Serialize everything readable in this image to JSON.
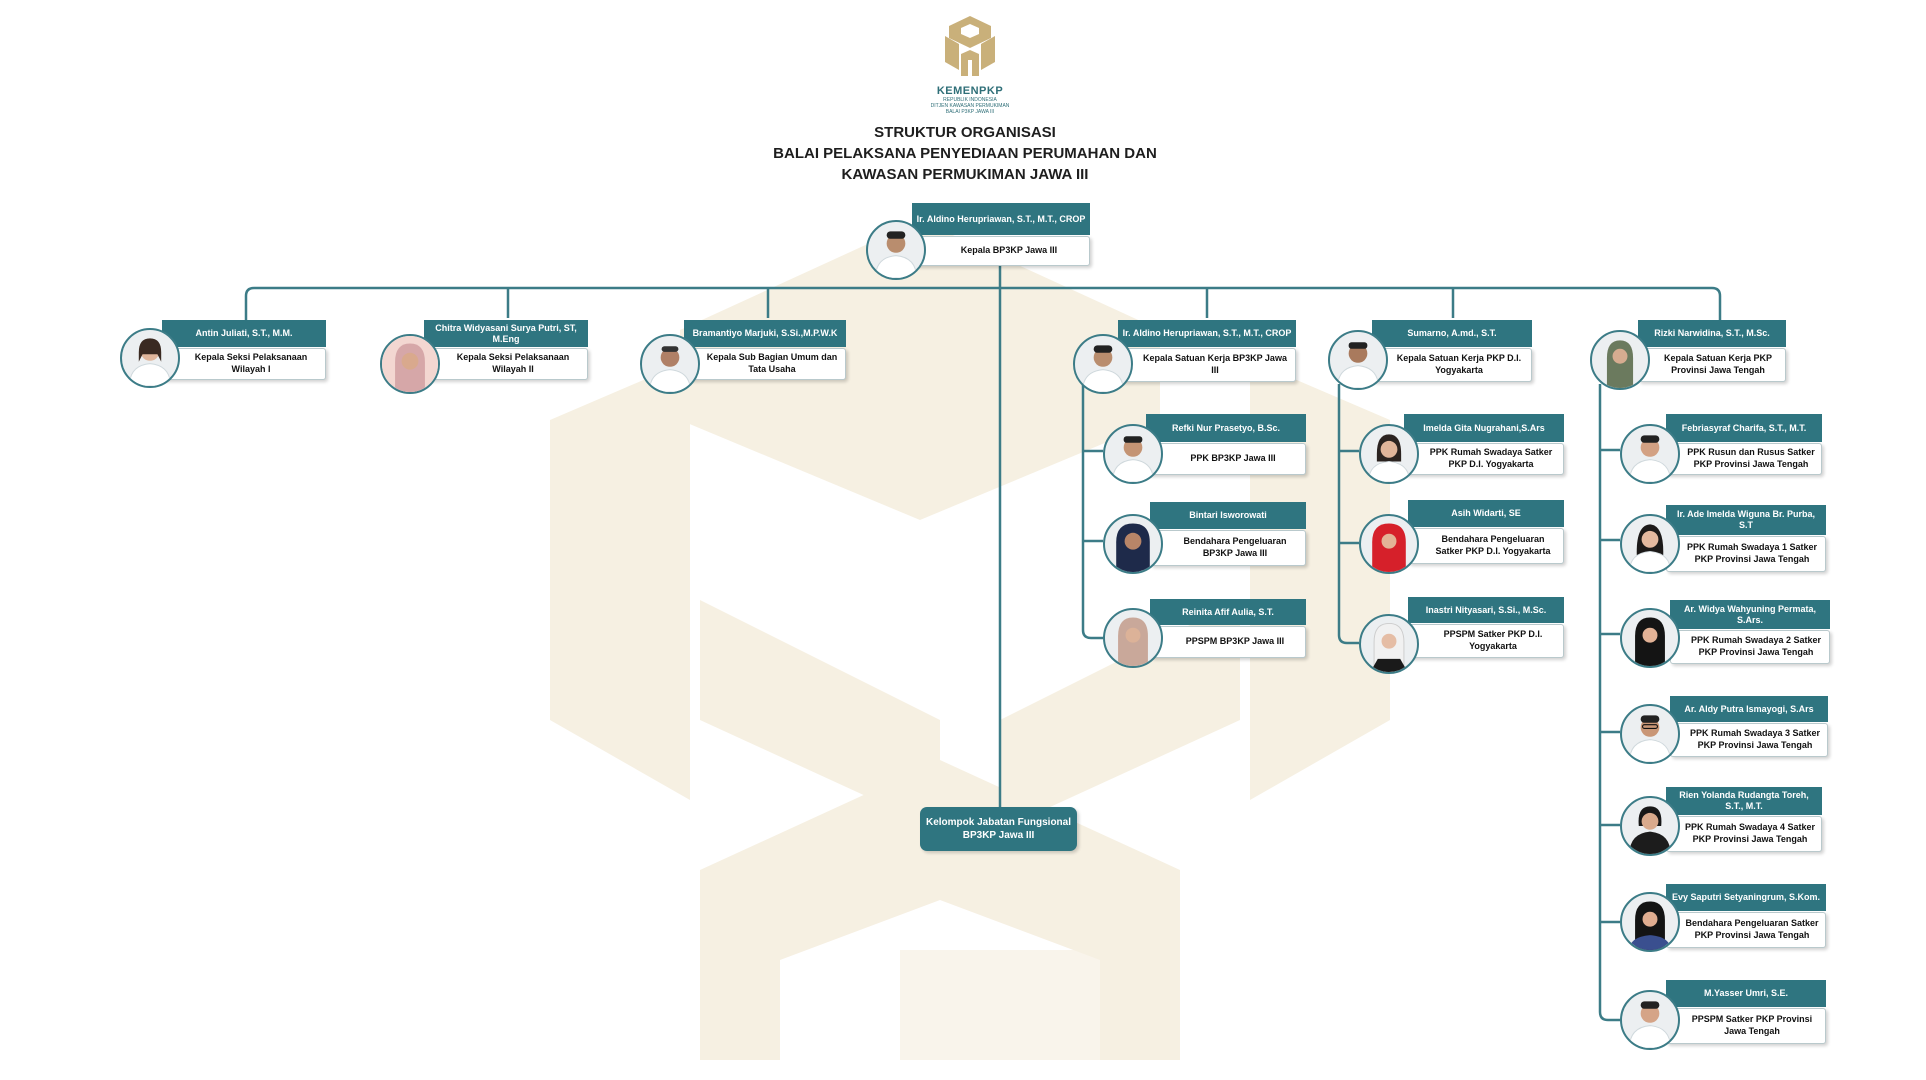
{
  "header": {
    "logo_text": "KEMENPKP",
    "logo_sub_1": "REPUBLIK INDONESIA",
    "logo_sub_2": "DITJEN KAWASAN PERMUKIMAN",
    "logo_sub_3": "BALAI P3KP JAWA III",
    "title_line_1": "STRUKTUR ORGANISASI",
    "title_line_2": "BALAI PELAKSANA PENYEDIAAN PERUMAHAN DAN",
    "title_line_3": "KAWASAN PERMUKIMAN JAWA III"
  },
  "colors": {
    "accent": "#2f7580",
    "line": "#3c7c87",
    "watermark": "#f6f0e2",
    "gold": "#c9b07a"
  },
  "head": {
    "name": "Ir. Aldino Herupriawan, S.T., M.T., CROP",
    "role": "Kepala BP3KP Jawa III"
  },
  "level2": [
    {
      "name": "Antin Juliati, S.T., M.M.",
      "role": "Kepala Seksi Pelaksanaan Wilayah I"
    },
    {
      "name": "Chitra Widyasani Surya Putri, ST, M.Eng",
      "role": "Kepala Seksi Pelaksanaan Wilayah II"
    },
    {
      "name": "Bramantiyo Marjuki, S.Si.,M.P.W.K",
      "role": "Kepala Sub Bagian Umum dan Tata Usaha"
    },
    {
      "name": "Ir. Aldino Herupriawan, S.T., M.T., CROP",
      "role": "Kepala Satuan Kerja BP3KP Jawa III"
    },
    {
      "name": "Sumarno, A.md., S.T.",
      "role": "Kepala Satuan Kerja PKP D.I. Yogyakarta"
    },
    {
      "name": "Rizki Narwidina, S.T., M.Sc.",
      "role": "Kepala Satuan Kerja PKP Provinsi Jawa Tengah"
    }
  ],
  "satker_bp3kp": [
    {
      "name": "Refki Nur Prasetyo, B.Sc.",
      "role": "PPK BP3KP Jawa III"
    },
    {
      "name": "Bintari Isworowati",
      "role": "Bendahara Pengeluaran BP3KP Jawa III"
    },
    {
      "name": "Reinita Afif Aulia, S.T.",
      "role": "PPSPM BP3KP Jawa III"
    }
  ],
  "satker_diy": [
    {
      "name": "Imelda Gita Nugrahani,S.Ars",
      "role": "PPK Rumah Swadaya Satker PKP D.I. Yogyakarta"
    },
    {
      "name": "Asih Widarti, SE",
      "role": "Bendahara Pengeluaran Satker PKP D.I. Yogyakarta"
    },
    {
      "name": "Inastri Nityasari, S.Si., M.Sc.",
      "role": "PPSPM Satker PKP D.I. Yogyakarta"
    }
  ],
  "satker_jateng": [
    {
      "name": "Febriasyraf Charifa, S.T., M.T.",
      "role": "PPK Rusun dan Rusus Satker PKP Provinsi Jawa Tengah"
    },
    {
      "name": "Ir. Ade Imelda Wiguna Br. Purba, S.T",
      "role": "PPK Rumah Swadaya 1 Satker PKP Provinsi Jawa Tengah"
    },
    {
      "name": "Ar. Widya Wahyuning Permata, S.Ars.",
      "role": "PPK Rumah Swadaya 2 Satker PKP Provinsi Jawa Tengah"
    },
    {
      "name": "Ar. Aldy Putra Ismayogi, S.Ars",
      "role": "PPK Rumah Swadaya 3 Satker PKP Provinsi Jawa Tengah"
    },
    {
      "name": "Rien Yolanda Rudangta Toreh, S.T., M.T.",
      "role": "PPK Rumah Swadaya 4 Satker PKP Provinsi Jawa Tengah"
    },
    {
      "name": "Evy Saputri Setyaningrum, S.Kom.",
      "role": "Bendahara Pengeluaran Satker PKP Provinsi Jawa Tengah"
    },
    {
      "name": "M.Yasser Umri, S.E.",
      "role": "PPSPM Satker PKP Provinsi Jawa Tengah"
    }
  ],
  "fungsional": {
    "line_1": "Kelompok Jabatan Fungsional",
    "line_2": "BP3KP Jawa III"
  }
}
